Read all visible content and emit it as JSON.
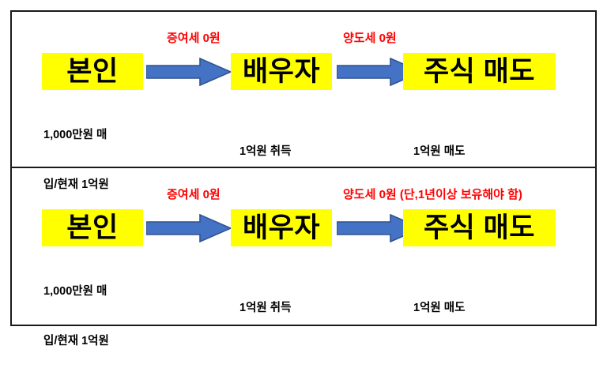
{
  "diagram": {
    "title": "",
    "colors": {
      "node_highlight": "#ffff00",
      "node_text": "#000000",
      "arrow_fill": "#4472c4",
      "arrow_stroke": "#2f528f",
      "annotation_text": "#ff0000",
      "frame_border": "#1a1a1a",
      "background": "#ffffff"
    },
    "panels": [
      {
        "id": "panel-top",
        "nodes": [
          {
            "id": "self",
            "label": "본인",
            "caption_line_1": "1,000만원 매",
            "caption_line_2": "입/현재 1억원"
          },
          {
            "id": "spouse",
            "label": "배우자",
            "caption_line_1": "1억원 취득",
            "caption_line_2": ""
          },
          {
            "id": "sell",
            "label": "주식 매도",
            "caption_line_1": "1억원 매도",
            "caption_line_2": ""
          }
        ],
        "arrows": [
          {
            "id": "arrow-self-to-spouse",
            "note": "증여세 0원"
          },
          {
            "id": "arrow-spouse-to-sell",
            "note": "양도세 0원"
          }
        ]
      },
      {
        "id": "panel-bottom",
        "nodes": [
          {
            "id": "self",
            "label": "본인",
            "caption_line_1": "1,000만원 매",
            "caption_line_2": "입/현재 1억원"
          },
          {
            "id": "spouse",
            "label": "배우자",
            "caption_line_1": "1억원 취득",
            "caption_line_2": ""
          },
          {
            "id": "sell",
            "label": "주식 매도",
            "caption_line_1": "1억원 매도",
            "caption_line_2": ""
          }
        ],
        "arrows": [
          {
            "id": "arrow-self-to-spouse",
            "note": "증여세 0원"
          },
          {
            "id": "arrow-spouse-to-sell",
            "note": "양도세 0원 (단,1년이상 보유해야 함)"
          }
        ]
      }
    ]
  }
}
